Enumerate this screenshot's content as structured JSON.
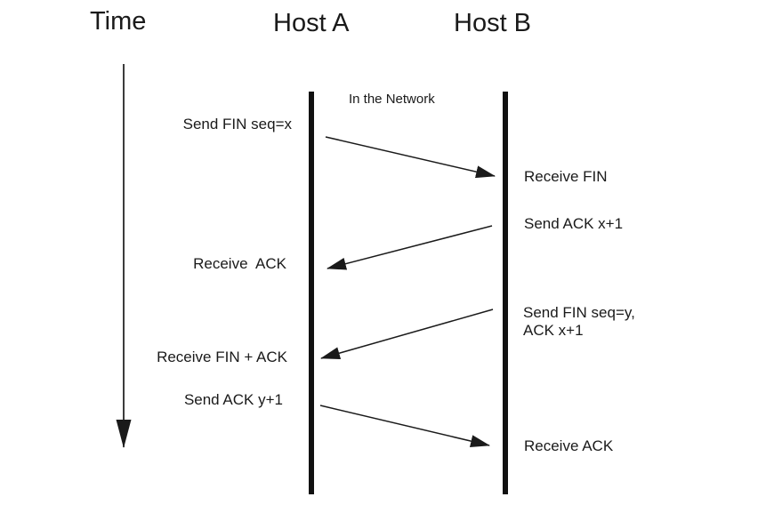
{
  "header": {
    "time_label": "Time",
    "host_a_label": "Host A",
    "host_b_label": "Host B"
  },
  "network_label": "In the Network",
  "messages": [
    {
      "from": "Host A",
      "to": "Host B",
      "send_label": "Send FIN seq=x",
      "receive_label": "Receive FIN"
    },
    {
      "from": "Host B",
      "to": "Host A",
      "send_label": "Send ACK x+1",
      "receive_label": "Receive  ACK"
    },
    {
      "from": "Host B",
      "to": "Host A",
      "send_label": "Send FIN seq=y,\nACK x+1",
      "receive_label": "Receive FIN + ACK"
    },
    {
      "from": "Host A",
      "to": "Host B",
      "send_label": "Send ACK y+1",
      "receive_label": "Receive ACK"
    }
  ],
  "colors": {
    "foreground": "#1a1a1a",
    "background": "#ffffff"
  }
}
